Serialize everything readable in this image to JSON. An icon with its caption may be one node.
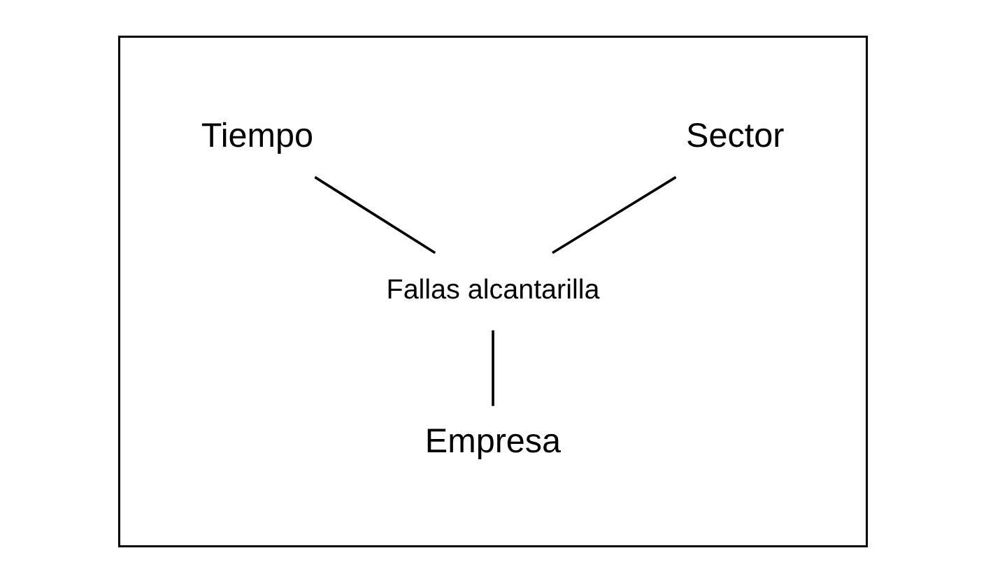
{
  "diagram": {
    "nodes": [
      {
        "text": [],
        "shape": "box"
      },
      {
        "text": [
          "Tiempo"
        ],
        "in": 0
      },
      {
        "text": [
          "Sector"
        ],
        "in": 0
      },
      {
        "text": [
          "Fallas alcantarilla"
        ],
        "in": 0
      },
      {
        "text": [
          "Empresa"
        ],
        "in": 0
      }
    ],
    "edges": [
      {
        "from": 1,
        "to": 3,
        "arrow": "none"
      },
      {
        "from": 2,
        "to": 3,
        "arrow": "none"
      },
      {
        "from": 3,
        "to": 4,
        "arrow": "none"
      }
    ]
  }
}
